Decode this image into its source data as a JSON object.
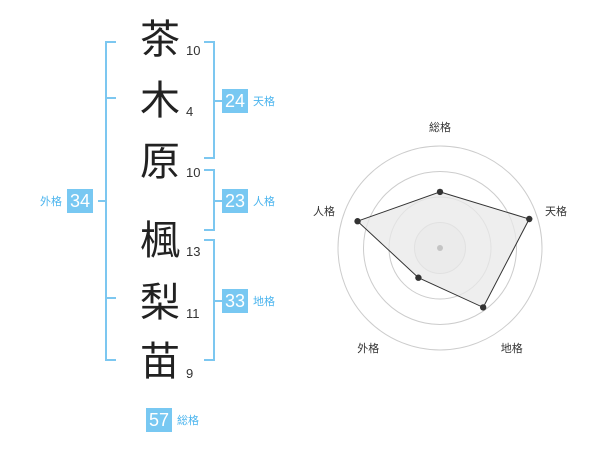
{
  "name": {
    "surname": [
      {
        "char": "茶",
        "strokes": "10"
      },
      {
        "char": "木",
        "strokes": "4"
      },
      {
        "char": "原",
        "strokes": "10"
      }
    ],
    "given": [
      {
        "char": "楓",
        "strokes": "13"
      },
      {
        "char": "梨",
        "strokes": "11"
      },
      {
        "char": "苗",
        "strokes": "9"
      }
    ]
  },
  "fortunes": {
    "tenkaku": {
      "label": "天格",
      "value": "24"
    },
    "jinkaku": {
      "label": "人格",
      "value": "23"
    },
    "chikaku": {
      "label": "地格",
      "value": "33"
    },
    "gaikaku": {
      "label": "外格",
      "value": "34"
    },
    "soukaku": {
      "label": "総格",
      "value": "57"
    }
  },
  "chart_data": {
    "type": "radar",
    "axes": [
      "総格",
      "天格",
      "地格",
      "外格",
      "人格"
    ],
    "values": [
      0.55,
      0.92,
      0.72,
      0.36,
      0.85
    ],
    "range": [
      0,
      1
    ],
    "rings": 4
  },
  "colors": {
    "accent": "#78c8f2",
    "bracket": "#7cc7f0",
    "label": "#4ab4ee",
    "polygon_fill": "#e8e8e8",
    "polygon_stroke": "#333333",
    "ring": "#cccccc"
  }
}
